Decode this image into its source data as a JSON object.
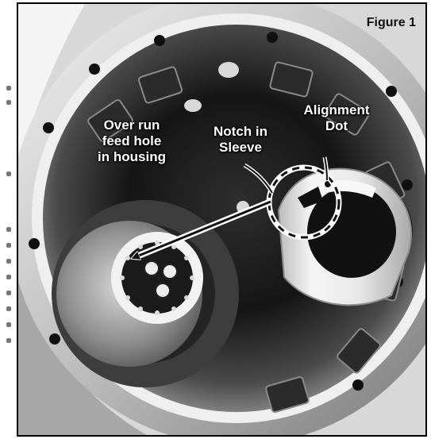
{
  "figure": {
    "caption": "Figure 1"
  },
  "labels": {
    "overrun": {
      "lines": [
        "Over run",
        "feed hole",
        "in housing"
      ]
    },
    "notch": {
      "lines": [
        "Notch in",
        "Sleeve"
      ]
    },
    "alignment": {
      "lines": [
        "Alignment",
        "Dot"
      ]
    }
  },
  "colors": {
    "frame_border": "#000000",
    "label_text": "#ffffff",
    "caption_text": "#111111",
    "metal_light": "#d8d8d8",
    "metal_dark": "#1f1f1f",
    "sleeve": "#e6e6e6"
  }
}
